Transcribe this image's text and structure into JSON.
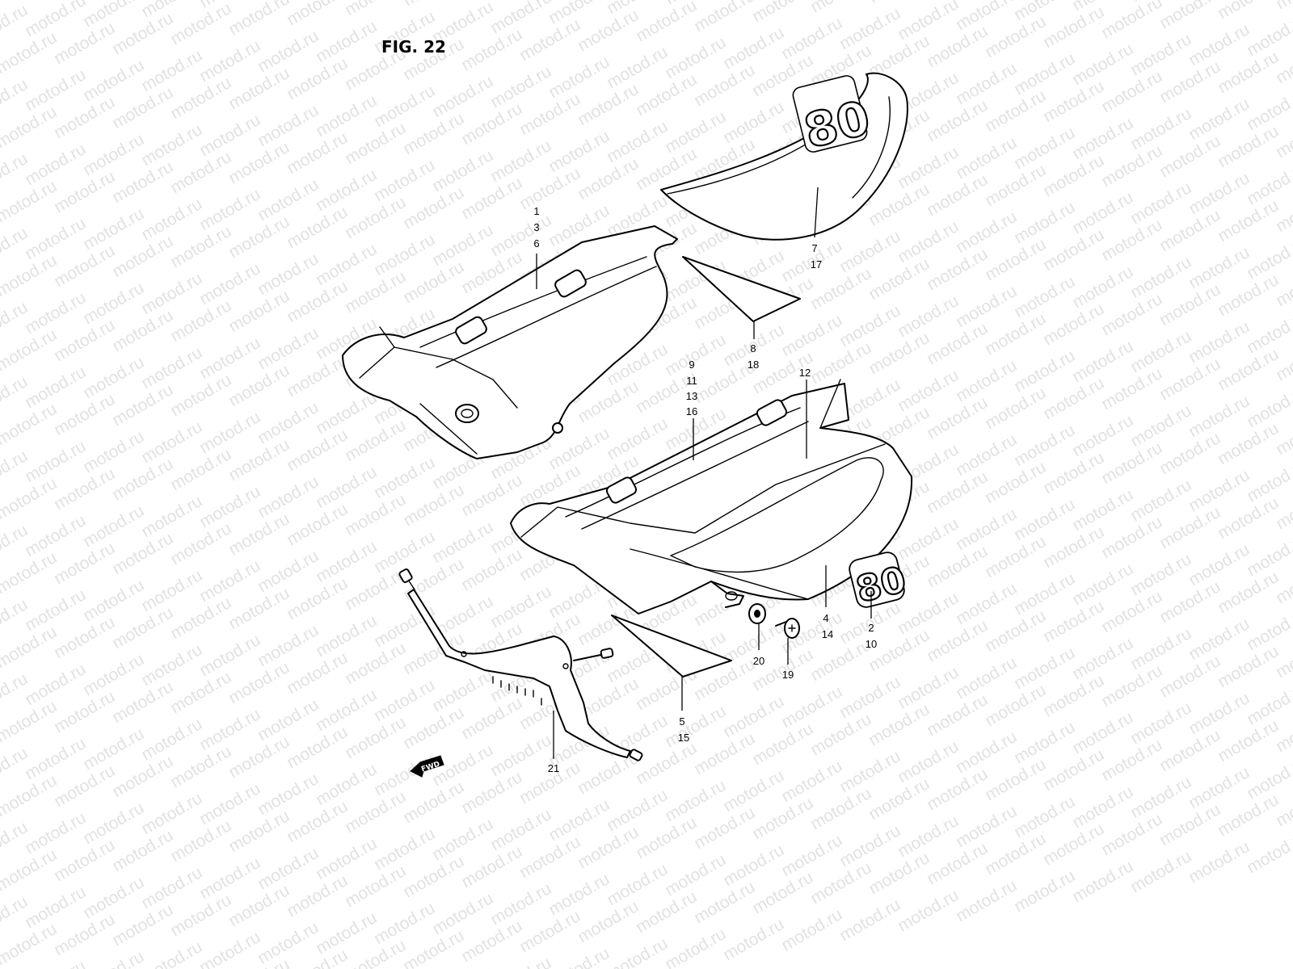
{
  "figure": {
    "title": "FIG. 22",
    "watermark": "motod.ru",
    "emblem_text": "80",
    "fwd_label": "FWD"
  },
  "callouts": {
    "c1": [
      "1",
      "3",
      "6"
    ],
    "c2": [
      "7",
      "17"
    ],
    "c3": [
      "8",
      "18"
    ],
    "c4": [
      "9",
      "11",
      "13",
      "16"
    ],
    "c5": [
      "12"
    ],
    "c6": [
      "4",
      "14"
    ],
    "c7": [
      "2",
      "10"
    ],
    "c8": [
      "20"
    ],
    "c9": [
      "19"
    ],
    "c10": [
      "5",
      "15"
    ],
    "c11": [
      "21"
    ]
  }
}
